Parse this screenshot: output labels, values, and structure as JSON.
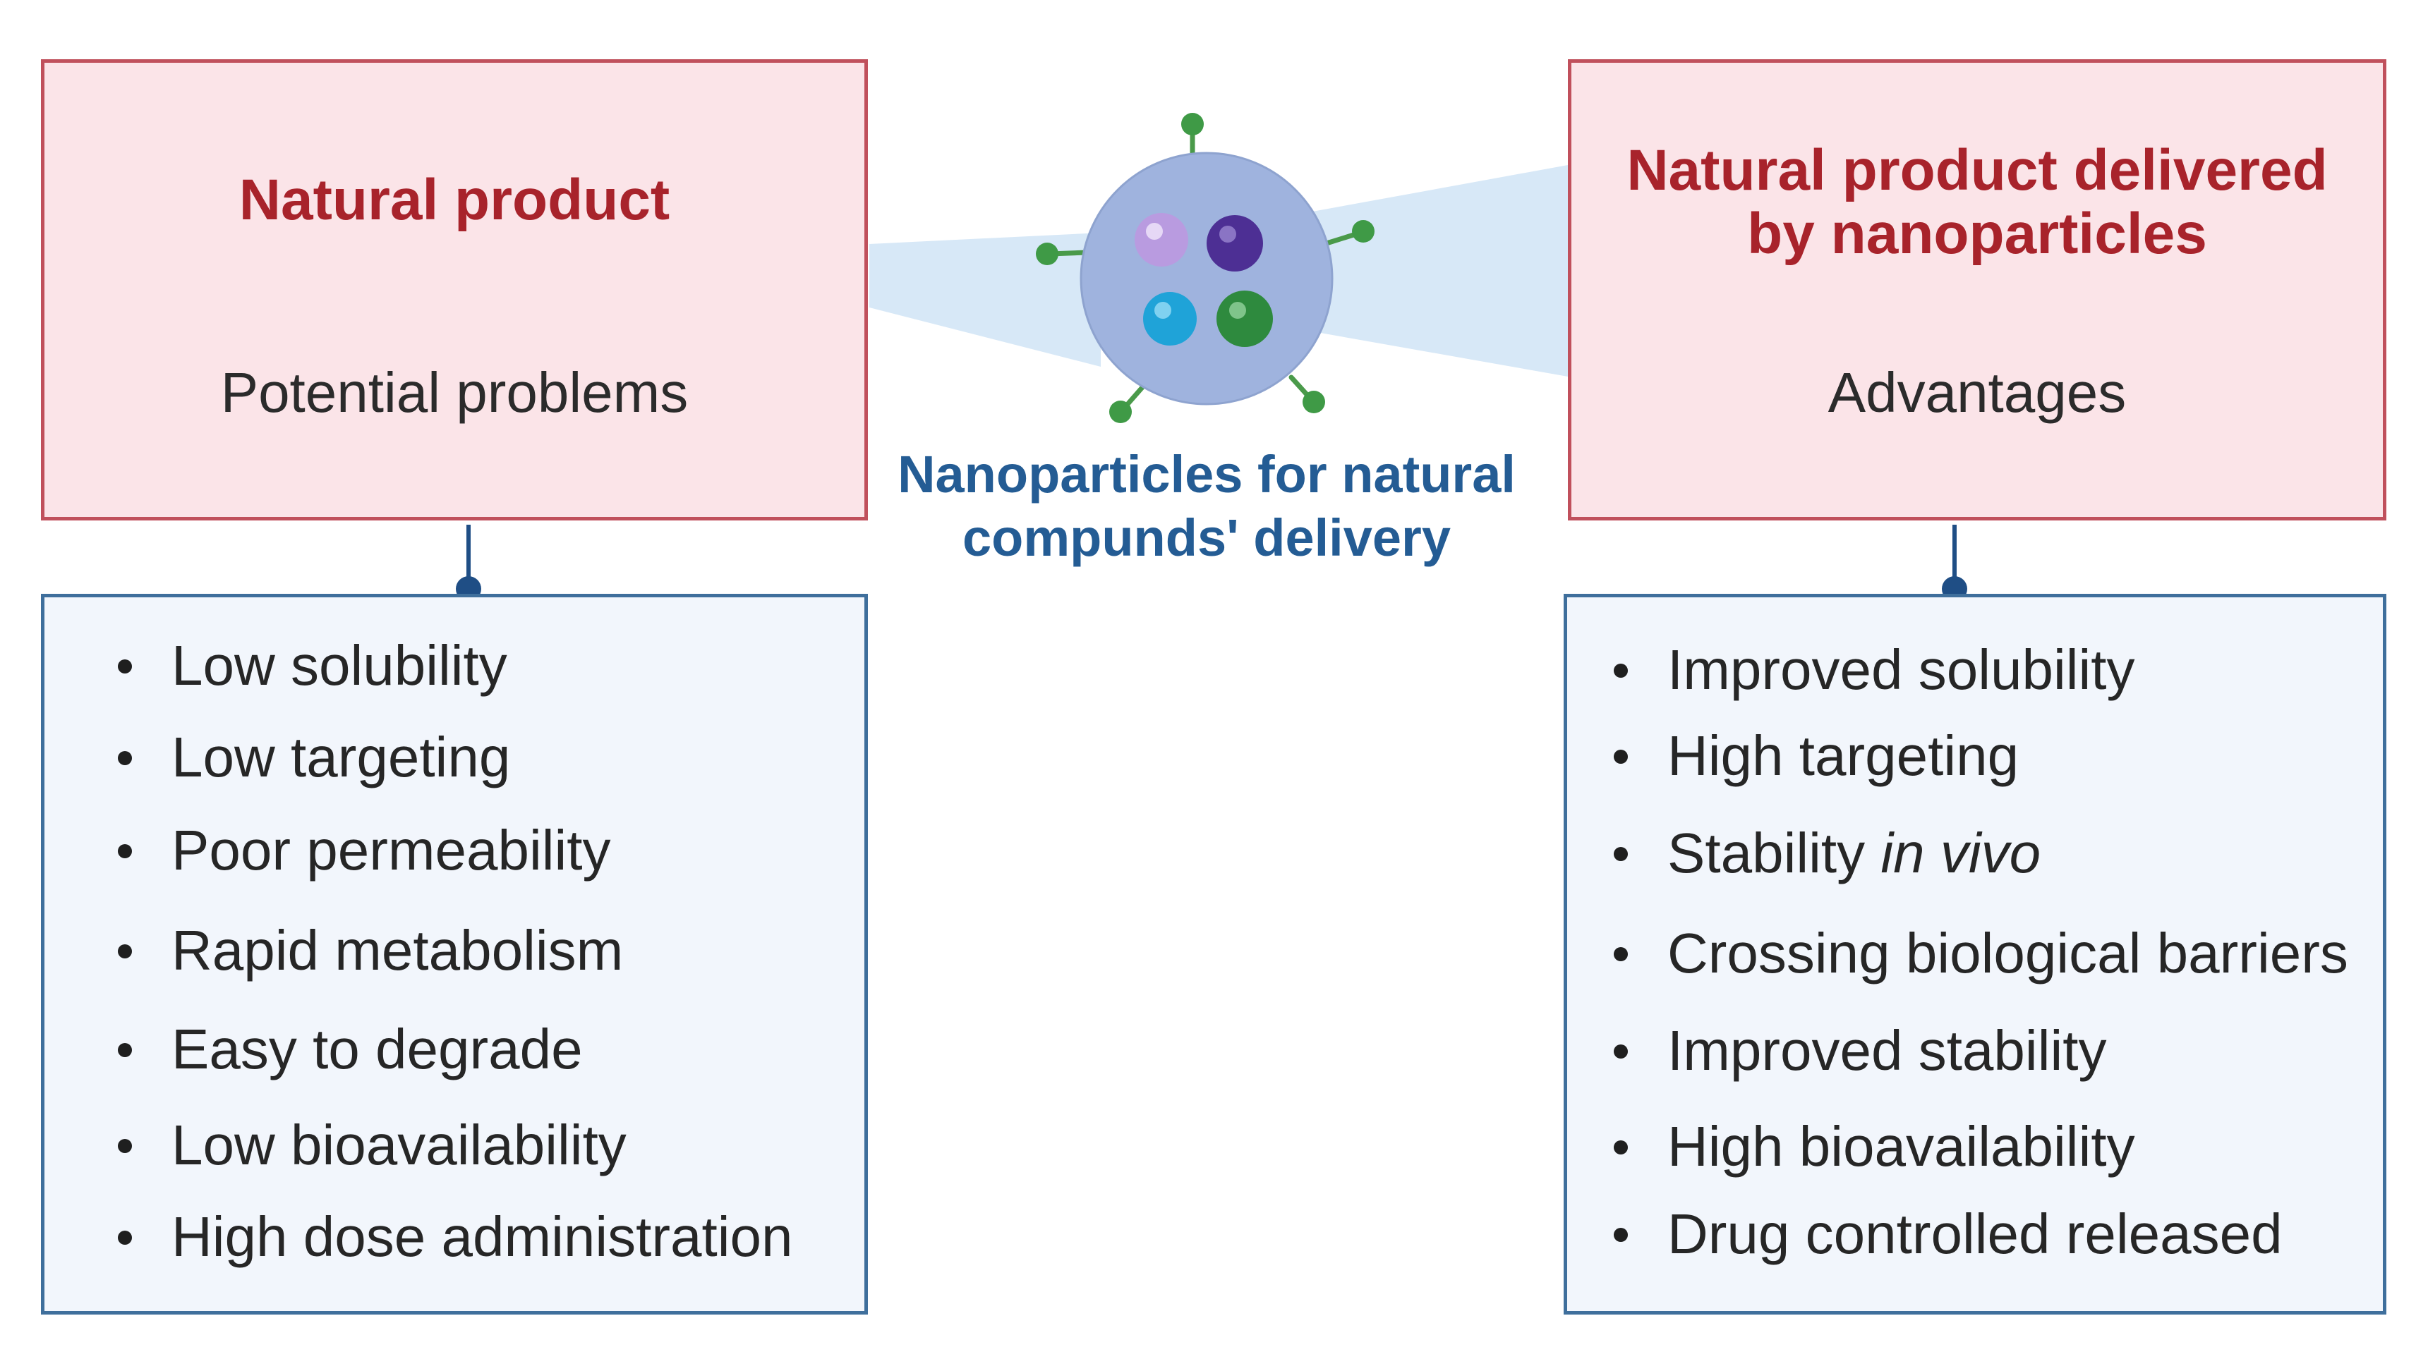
{
  "left_panel": {
    "title": "Natural product",
    "subtitle": "Potential problems",
    "items": [
      "Low solubility",
      "Low targeting",
      "Poor permeability",
      "Rapid metabolism",
      "Easy to degrade",
      "Low bioavailability",
      "High dose administration"
    ]
  },
  "center": {
    "label_line1": "Nanoparticles for natural",
    "label_line2": "compunds' delivery"
  },
  "right_panel": {
    "title_line1": "Natural product delivered",
    "title_line2": "by nanoparticles",
    "subtitle": "Advantages",
    "items": [
      "Improved solubility",
      "High targeting",
      "Stability in vivo",
      "Crossing biological barriers",
      "Improved stability",
      "High bioavailability",
      "Drug controlled released"
    ]
  },
  "colors": {
    "title_red": "#a8232b",
    "pink_fill": "#fbe4e8",
    "pink_border": "#c0505c",
    "blue_border": "#3f6f9c",
    "connector": "#1f4e85",
    "nanoparticle_body": "#9fb3de",
    "beam": "#d7e8f7",
    "label_blue": "#245c94"
  }
}
